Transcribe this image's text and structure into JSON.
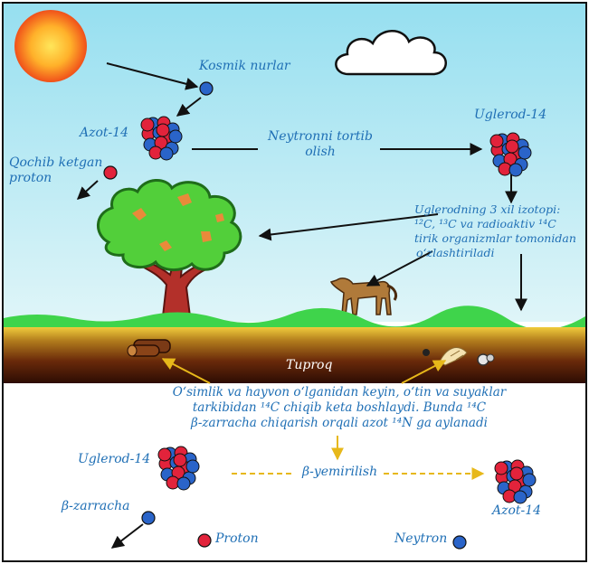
{
  "labels": {
    "cosmic_rays": "Kosmik nurlar",
    "nitrogen14_top": "Azot-14",
    "neutron_capture_line1": "Neytronni tortib",
    "neutron_capture_line2": "olish",
    "carbon14_top": "Uglerod-14",
    "escaped_proton_line1": "Qochib ketgan",
    "escaped_proton_line2": "proton",
    "isotopes_line1": "Uglerodning 3 xil izotopi:",
    "isotopes_line2": "¹²C, ¹³C va radioaktiv ¹⁴C",
    "isotopes_line3": "tirik organizmlar tomonidan",
    "isotopes_line4": "o‘zlashtiriladi",
    "soil": "Tuproq",
    "decay_text_line1": "O‘simlik va hayvon o‘lganidan keyin, o‘tin va suyaklar",
    "decay_text_line2": "tarkibidan ¹⁴C chiqib keta boshlaydi. Bunda ¹⁴C",
    "decay_text_line3": "β-zarracha chiqarish orqali azot ¹⁴N ga aylanadi",
    "carbon14_bottom": "Uglerod-14",
    "beta_decay": "β-yemirilish",
    "nitrogen14_bottom": "Azot-14",
    "beta_particle": "β-zarracha",
    "legend_proton": "Proton",
    "legend_neutron": "Neytron"
  },
  "colors": {
    "label_blue": "#1f6fb5",
    "proton_red": "#e2233b",
    "neutron_blue": "#2a64c9",
    "sky_top": "#9fe3f2",
    "sky_bottom": "#d8f3f7",
    "grass": "#3fd44b",
    "soil_top": "#e8c23a",
    "soil_bottom": "#3a1406",
    "decay_arrow": "#e7b81a"
  }
}
